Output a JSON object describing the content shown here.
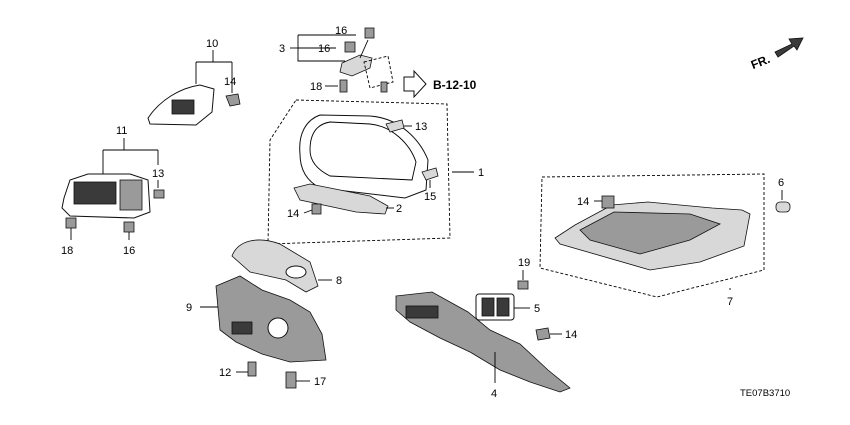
{
  "diagram": {
    "callouts": {
      "c1": "1",
      "c2": "2",
      "c3": "3",
      "c4": "4",
      "c5": "5",
      "c6": "6",
      "c7": "7",
      "c8": "8",
      "c9": "9",
      "c10": "10",
      "c11": "11",
      "c12": "12",
      "c13a": "13",
      "c13b": "13",
      "c14a": "14",
      "c14b": "14",
      "c14c": "14",
      "c14d": "14",
      "c15": "15",
      "c16a": "16",
      "c16b": "16",
      "c16c": "16",
      "c17": "17",
      "c18a": "18",
      "c18b": "18",
      "c19": "19"
    },
    "reference": "B-12-10",
    "direction": "FR.",
    "code": "TE07B3710"
  }
}
